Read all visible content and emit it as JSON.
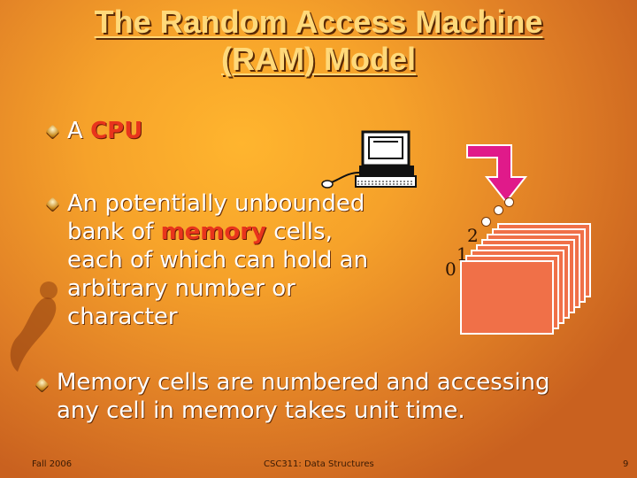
{
  "title": {
    "line1": "The Random Access Machine",
    "line2": "(RAM) Model"
  },
  "bullets": [
    {
      "prefix": "A ",
      "highlight": "CPU"
    },
    {
      "line1_pre": "An potentially unbounded",
      "line2_pre": "bank of ",
      "line2_hl": "memory",
      "line2_post": " cells,",
      "line3": "each of which can hold an",
      "line4": "arbitrary number or",
      "line5": "character"
    },
    {
      "line1": "Memory cells are numbered and accessing",
      "line2": "any cell in memory takes unit time."
    }
  ],
  "memory_labels": {
    "cell0": "0",
    "cell1": "1",
    "cell2": "2"
  },
  "footer": {
    "left": "Fall 2006",
    "center": "CSC311: Data Structures",
    "right": "9"
  },
  "icons": {
    "computer": "computer-icon",
    "arrow": "down-arrow-icon",
    "bullet": "diamond-bullet-icon"
  },
  "colors": {
    "background": "#f6a22a",
    "title": "#ffd97a",
    "highlight": "#e8341c",
    "memory_cell": "#f07048"
  }
}
